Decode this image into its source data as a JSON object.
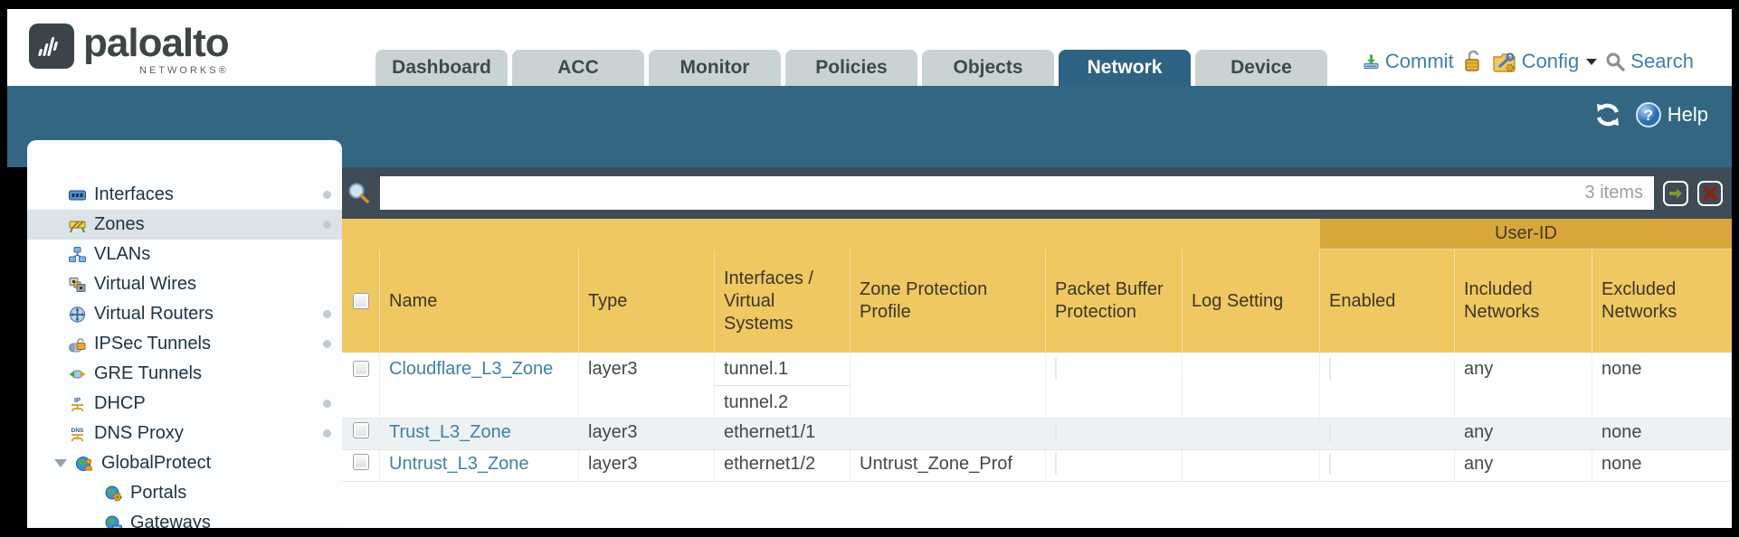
{
  "brand": {
    "name": "paloalto",
    "sub": "NETWORKS®"
  },
  "tabs": [
    {
      "label": "Dashboard",
      "active": false
    },
    {
      "label": "ACC",
      "active": false
    },
    {
      "label": "Monitor",
      "active": false
    },
    {
      "label": "Policies",
      "active": false
    },
    {
      "label": "Objects",
      "active": false
    },
    {
      "label": "Network",
      "active": true
    },
    {
      "label": "Device",
      "active": false
    }
  ],
  "header_actions": {
    "commit_label": "Commit",
    "config_label": "Config",
    "search_label": "Search"
  },
  "toolbar": {
    "help_label": "Help"
  },
  "filter": {
    "value": "",
    "count": "3 items"
  },
  "sidebar": {
    "items": [
      {
        "label": "Interfaces",
        "icon": "interfaces-icon",
        "selected": false,
        "has_dot": true,
        "level": 0
      },
      {
        "label": "Zones",
        "icon": "zones-icon",
        "selected": true,
        "has_dot": true,
        "level": 0
      },
      {
        "label": "VLANs",
        "icon": "vlans-icon",
        "selected": false,
        "has_dot": false,
        "level": 0
      },
      {
        "label": "Virtual Wires",
        "icon": "virtual-wires-icon",
        "selected": false,
        "has_dot": false,
        "level": 0
      },
      {
        "label": "Virtual Routers",
        "icon": "virtual-routers-icon",
        "selected": false,
        "has_dot": true,
        "level": 0
      },
      {
        "label": "IPSec Tunnels",
        "icon": "ipsec-tunnels-icon",
        "selected": false,
        "has_dot": true,
        "level": 0
      },
      {
        "label": "GRE Tunnels",
        "icon": "gre-tunnels-icon",
        "selected": false,
        "has_dot": false,
        "level": 0
      },
      {
        "label": "DHCP",
        "icon": "dhcp-icon",
        "selected": false,
        "has_dot": true,
        "level": 0
      },
      {
        "label": "DNS Proxy",
        "icon": "dns-proxy-icon",
        "selected": false,
        "has_dot": true,
        "level": 0
      },
      {
        "label": "GlobalProtect",
        "icon": "globalprotect-icon",
        "selected": false,
        "has_dot": false,
        "level": 0,
        "expanded": true
      },
      {
        "label": "Portals",
        "icon": "portals-icon",
        "selected": false,
        "has_dot": false,
        "level": 1
      },
      {
        "label": "Gateways",
        "icon": "gateways-icon",
        "selected": false,
        "has_dot": false,
        "level": 1
      }
    ]
  },
  "table": {
    "userid_group_label": "User-ID",
    "columns": [
      "Name",
      "Type",
      "Interfaces / Virtual Systems",
      "Zone Protection Profile",
      "Packet Buffer Protection",
      "Log Setting",
      "Enabled",
      "Included Networks",
      "Excluded Networks"
    ],
    "rows": [
      {
        "name": "Cloudflare_L3_Zone",
        "type": "layer3",
        "interfaces": [
          "tunnel.1",
          "tunnel.2"
        ],
        "zone_protection_profile": "",
        "packet_buffer_protection": false,
        "log_setting": "",
        "userid_enabled": false,
        "included_networks": "any",
        "excluded_networks": "none"
      },
      {
        "name": "Trust_L3_Zone",
        "type": "layer3",
        "interfaces": [
          "ethernet1/1"
        ],
        "zone_protection_profile": "",
        "packet_buffer_protection": false,
        "log_setting": "",
        "userid_enabled": false,
        "included_networks": "any",
        "excluded_networks": "none"
      },
      {
        "name": "Untrust_L3_Zone",
        "type": "layer3",
        "interfaces": [
          "ethernet1/2"
        ],
        "zone_protection_profile": "Untrust_Zone_Prof",
        "packet_buffer_protection": false,
        "log_setting": "",
        "userid_enabled": false,
        "included_networks": "any",
        "excluded_networks": "none"
      }
    ]
  },
  "colors": {
    "teal_band": "#336682",
    "slate": "#3F4C55",
    "header_gold": "#EFC862",
    "userid_gold": "#D8A73C",
    "link_blue": "#3F81A8",
    "tab_active": "#2E6384",
    "row_alt": "#EEF1F3"
  }
}
